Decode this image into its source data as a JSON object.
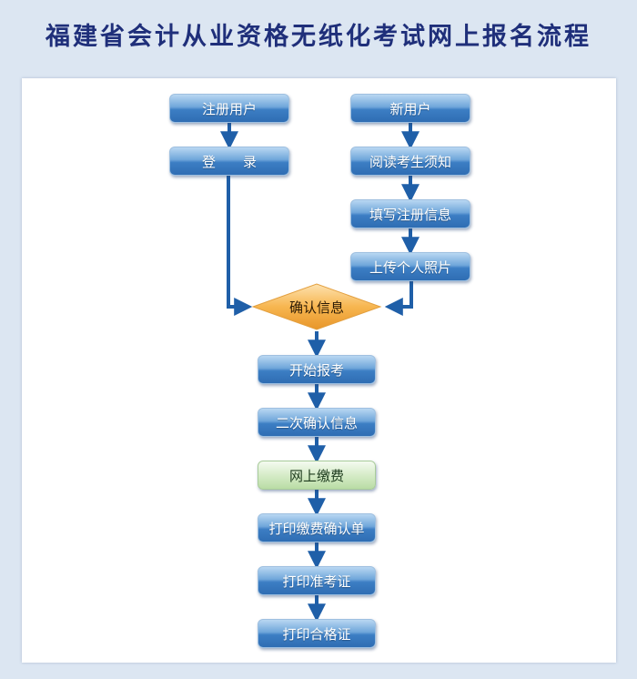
{
  "title": "福建省会计从业资格无纸化考试网上报名流程",
  "colors": {
    "title": "#1f2f7a",
    "background": "#dce6f2",
    "box_blue": "#3c7ec4",
    "box_green": "#d6ecc8",
    "decision": "#f6b04a",
    "arrow": "#1f5fa8"
  },
  "nodes": {
    "register_user": "注册用户",
    "login": "登　　录",
    "new_user": "新用户",
    "read_notice": "阅读考生须知",
    "fill_info": "填写注册信息",
    "upload_photo": "上传个人照片",
    "confirm_info": "确认信息",
    "start_apply": "开始报考",
    "reconfirm": "二次确认信息",
    "online_pay": "网上缴费",
    "print_payment": "打印缴费确认单",
    "print_ticket": "打印准考证",
    "print_pass": "打印合格证"
  }
}
